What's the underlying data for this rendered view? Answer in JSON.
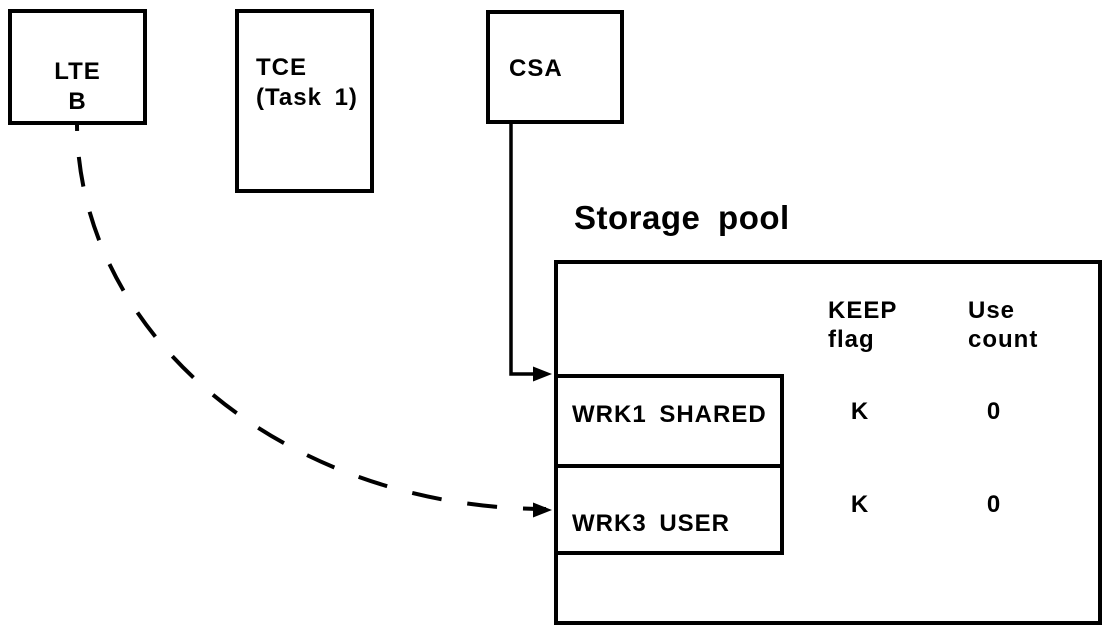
{
  "boxes": {
    "lte": {
      "line1": "LTE",
      "line2": "B"
    },
    "tce": {
      "line1": "TCE",
      "line2": "(Task 1)"
    },
    "csa": {
      "line1": "CSA"
    }
  },
  "storage_pool": {
    "title": "Storage pool",
    "columns": [
      {
        "line1": "KEEP",
        "line2": "flag"
      },
      {
        "line1": "Use",
        "line2": "count"
      }
    ],
    "rows": [
      {
        "name": "WRK1 SHARED",
        "keep_flag": "K",
        "use_count": "0"
      },
      {
        "name": "WRK3 USER",
        "keep_flag": "K",
        "use_count": "0"
      }
    ]
  },
  "connections": [
    {
      "from": "CSA",
      "to": "WRK1 SHARED",
      "style": "solid"
    },
    {
      "from": "LTE B",
      "to": "WRK3 USER",
      "style": "dashed"
    }
  ],
  "colors": {
    "line": "#000000",
    "background": "#ffffff"
  }
}
